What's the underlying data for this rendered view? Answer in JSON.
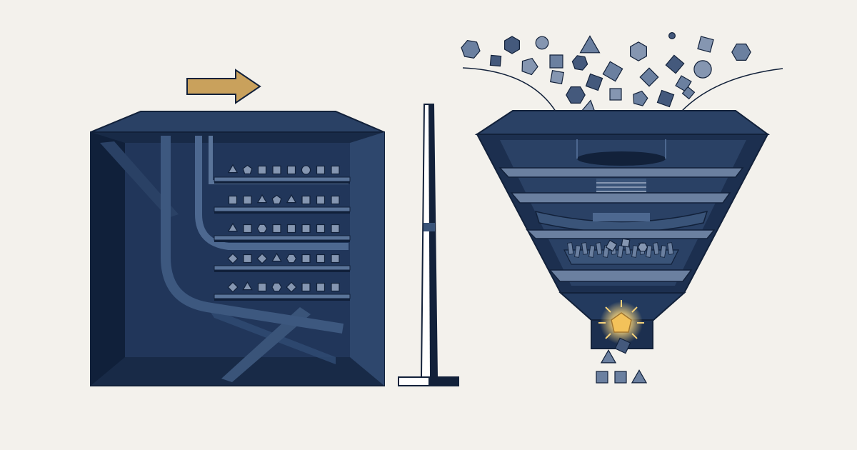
{
  "palette": {
    "background": "#f3f1ec",
    "navy_dark": "#12213a",
    "navy": "#243a5e",
    "navy_mid": "#3a5479",
    "navy_light": "#6b80a0",
    "chip": "#8596b1",
    "chip_dark": "#44597c",
    "accent_gold": "#c9a15c",
    "glow": "#f5d27a"
  },
  "icons": {
    "direction_arrow": "right-arrow-icon",
    "divider": "tall-divider-icon",
    "glow": "glowing-gem-icon"
  },
  "left_cabinet": {
    "shelf_rows": [
      [
        "triangle",
        "pentagon",
        "square",
        "square",
        "square",
        "circle",
        "square",
        "square"
      ],
      [
        "square",
        "square",
        "triangle",
        "pentagon",
        "triangle",
        "square",
        "square",
        "square"
      ],
      [
        "triangle",
        "square",
        "hexagon",
        "square",
        "square",
        "square",
        "square",
        "square"
      ],
      [
        "diamond",
        "square",
        "diamond",
        "triangle",
        "hexagon",
        "square",
        "square",
        "square"
      ],
      [
        "diamond",
        "triangle",
        "square",
        "hexagon",
        "diamond",
        "square",
        "square",
        "square"
      ]
    ]
  },
  "right_funnel": {
    "tiers": [
      "intake",
      "press",
      "sorter",
      "grinder",
      "tray"
    ],
    "output_shapes": [
      "triangle",
      "square",
      "square",
      "square",
      "triangle"
    ]
  }
}
